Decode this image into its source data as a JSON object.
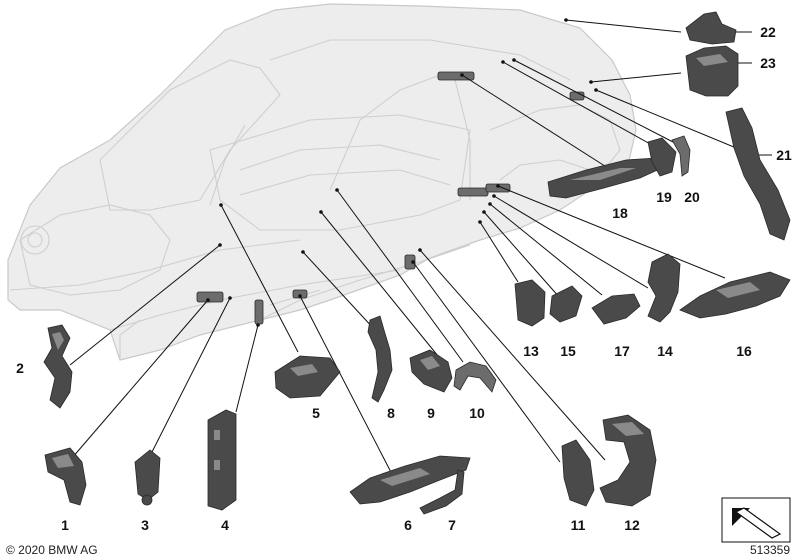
{
  "diagram": {
    "part_numbers": [
      "1",
      "2",
      "3",
      "4",
      "5",
      "6",
      "7",
      "8",
      "9",
      "10",
      "11",
      "12",
      "13",
      "14",
      "15",
      "16",
      "17",
      "18",
      "19",
      "20",
      "21",
      "22",
      "23"
    ],
    "copyright": "© 2020 BMW AG",
    "image_number": "513359",
    "colors": {
      "part": "#4a4a4a",
      "body": "#ededed",
      "leader": "#111111"
    },
    "icons": [
      "car-body-shell",
      "insulation-part",
      "navigation-arrow-icon"
    ]
  }
}
